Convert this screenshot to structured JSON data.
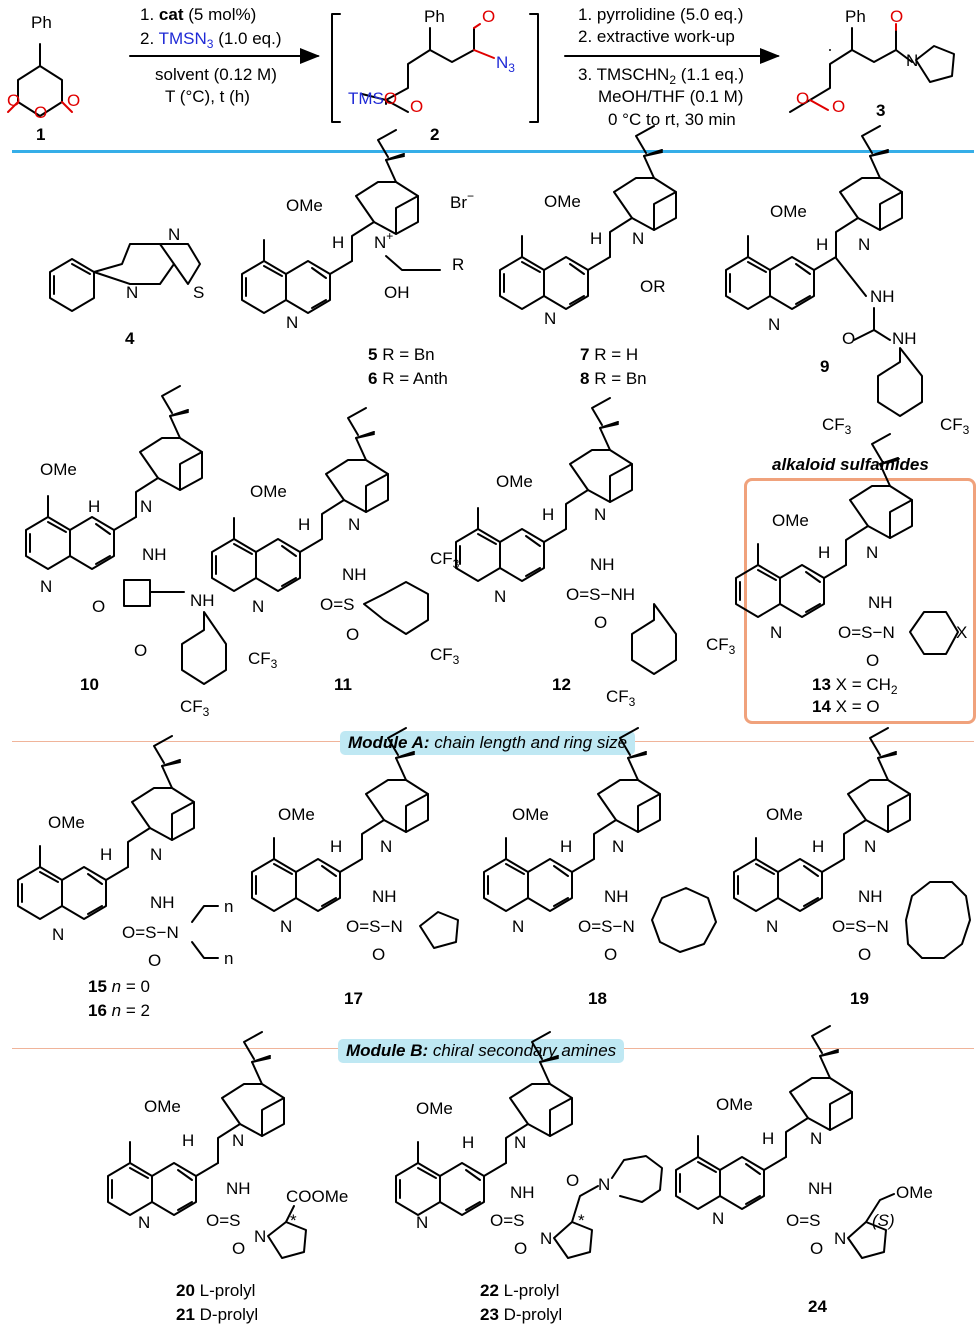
{
  "scheme": {
    "step1": {
      "num": "1.",
      "cat": "cat",
      "cat_rest": "(5 mol%)"
    },
    "step2": {
      "num": "2.",
      "reagent": "TMSN",
      "sub": "3",
      "rest": "(1.0 eq.)"
    },
    "solvent": "solvent (0.12 M)",
    "temp": "T (°C), t (h)",
    "step3": "1. pyrrolidine (5.0 eq.)",
    "step4": "2. extractive work-up",
    "step5_pre": "3. TMSCHN",
    "step5_sub": "2",
    "step5_post": "(1.1 eq.)",
    "step6": "MeOH/THF (0.1 M)",
    "step7": "0 °C to rt, 30 min",
    "cmpd1": "1",
    "cmpd2": "2",
    "cmpd3": "3",
    "ph": "Ph",
    "o": "O",
    "n": "N",
    "n3": "N",
    "n3sub": "3",
    "tms": "TMS"
  },
  "compounds": {
    "c4": "4",
    "c5": {
      "num": "5",
      "text": " R = Bn"
    },
    "c6": {
      "num": "6",
      "text": " R = Anth"
    },
    "c7": {
      "num": "7",
      "text": " R = H"
    },
    "c8": {
      "num": "8",
      "text": " R = Bn"
    },
    "c9": "9",
    "c10": "10",
    "c11": "11",
    "c12": "12",
    "c13": {
      "num": "13",
      "text": " X = CH",
      "sub": "2"
    },
    "c14": {
      "num": "14",
      "text": " X = O"
    },
    "c15": {
      "num": "15",
      "it": "n",
      "text": " = 0"
    },
    "c16": {
      "num": "16",
      "it": "n",
      "text": " = 2"
    },
    "c17": "17",
    "c18": "18",
    "c19": "19",
    "c20": {
      "num": "20",
      "text": " L-prolyl"
    },
    "c21": {
      "num": "21",
      "text": " D-prolyl"
    },
    "c22": {
      "num": "22",
      "text": " L-prolyl"
    },
    "c23": {
      "num": "23",
      "text": " D-prolyl"
    },
    "c24": "24"
  },
  "labels": {
    "ome": "OMe",
    "h": "H",
    "n": "N",
    "nh": "NH",
    "oh": "OH",
    "or": "OR",
    "r": "R",
    "br": "Br",
    "o": "O",
    "s": "S",
    "cf3": "CF",
    "cf3sub": "3",
    "x": "X",
    "coome": "COOMe",
    "ome2": "OMe",
    "sconf": "(S)",
    "star": "*",
    "plus": "+",
    "minus": "−",
    "nsub": "n"
  },
  "modules": {
    "a_bold": "Module A:",
    "a_text": " chain length and ring size",
    "b_bold": "Module B:",
    "b_text": " chiral secondary amines"
  },
  "alkaloid_title": "alkaloid sulfamides",
  "colors": {
    "accent_blue": "#35aee8",
    "module_bg": "#bfe8f3",
    "box": "#f0a27c",
    "divider": "#f0b49a",
    "red": "#e00000",
    "reagent_blue": "#1f2ad6"
  }
}
